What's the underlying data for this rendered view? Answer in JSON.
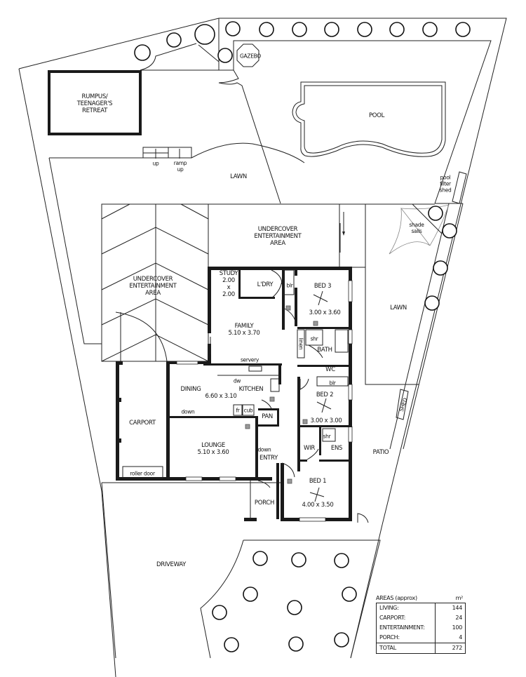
{
  "plan": {
    "outdoor_labels": {
      "rumpus": [
        "RUMPUS/",
        "TEENAGER'S",
        "RETREAT"
      ],
      "gazebo": "GAZEBO",
      "pool": "POOL",
      "lawn_top": "LAWN",
      "lawn_right": "LAWN",
      "pool_filter_shed": [
        "pool",
        "filter",
        "shed"
      ],
      "shade_sails": [
        "shade",
        "sails"
      ],
      "steps_up": "up",
      "ramp_up": [
        "ramp",
        "up"
      ],
      "undercover_left": [
        "UNDERCOVER",
        "ENTERTAINMENT",
        "AREA"
      ],
      "undercover_top": [
        "UNDERCOVER",
        "ENTERTAINMENT",
        "AREA"
      ],
      "shed": "SHED",
      "patio": "PATIO",
      "driveway": "DRIVEWAY",
      "porch": "PORCH",
      "carport": "CARPORT",
      "roller_door": "roller door"
    },
    "rooms": {
      "study": {
        "name": "STUDY",
        "dims": [
          "2.00",
          "x",
          "2.00"
        ]
      },
      "laundry": {
        "name": "L'DRY"
      },
      "bed3": {
        "name": "BED 3",
        "dims": "3.00 x 3.60"
      },
      "bed3_robe": "blr",
      "family": {
        "name": "FAMILY",
        "dims": "5.10 x 3.70"
      },
      "linen": "linen",
      "bath": {
        "name": "BATH",
        "shower": "shr"
      },
      "wc": "WC",
      "servery": "servery",
      "dishwasher": "dw",
      "dining": {
        "name": "DINING"
      },
      "kitchen": {
        "name": "KITCHEN",
        "dims": "6.60 x 3.10"
      },
      "fridge": "fr",
      "cupboard": "cub",
      "pantry": "PAN",
      "bed2": {
        "name": "BED 2",
        "dims": "3.00 x 3.00",
        "robe": "blr"
      },
      "lounge": {
        "name": "LOUNGE",
        "dims": "5.10 x 3.60"
      },
      "entry": {
        "name": "ENTRY",
        "step": "down"
      },
      "dining_step": "down",
      "ensuite": {
        "name": "ENS",
        "shower": "shr"
      },
      "wir": "WIR",
      "bed1": {
        "name": "BED 1",
        "dims": "4.00 x 3.50"
      }
    }
  },
  "areas_table": {
    "title": "AREAS (approx)",
    "unit": "m²",
    "rows": [
      {
        "label": "LIVING:",
        "value": "144"
      },
      {
        "label": "CARPORT:",
        "value": "24"
      },
      {
        "label": "ENTERTAINMENT:",
        "value": "100"
      },
      {
        "label": "PORCH:",
        "value": "4"
      }
    ],
    "total": {
      "label": "TOTAL",
      "value": "272"
    }
  }
}
